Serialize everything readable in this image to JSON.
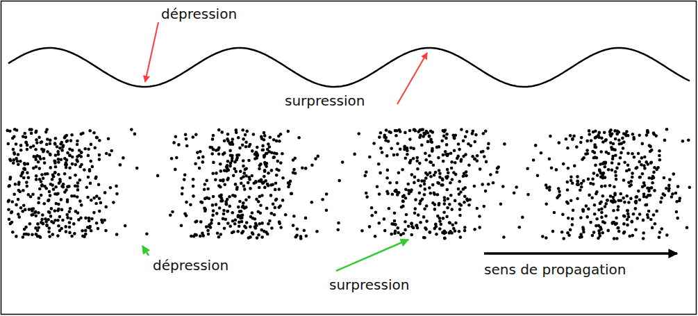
{
  "diagram": {
    "labels": [
      "dépression",
      "surpression",
      "dépression",
      "surpression",
      "sens de propagation"
    ]
  }
}
